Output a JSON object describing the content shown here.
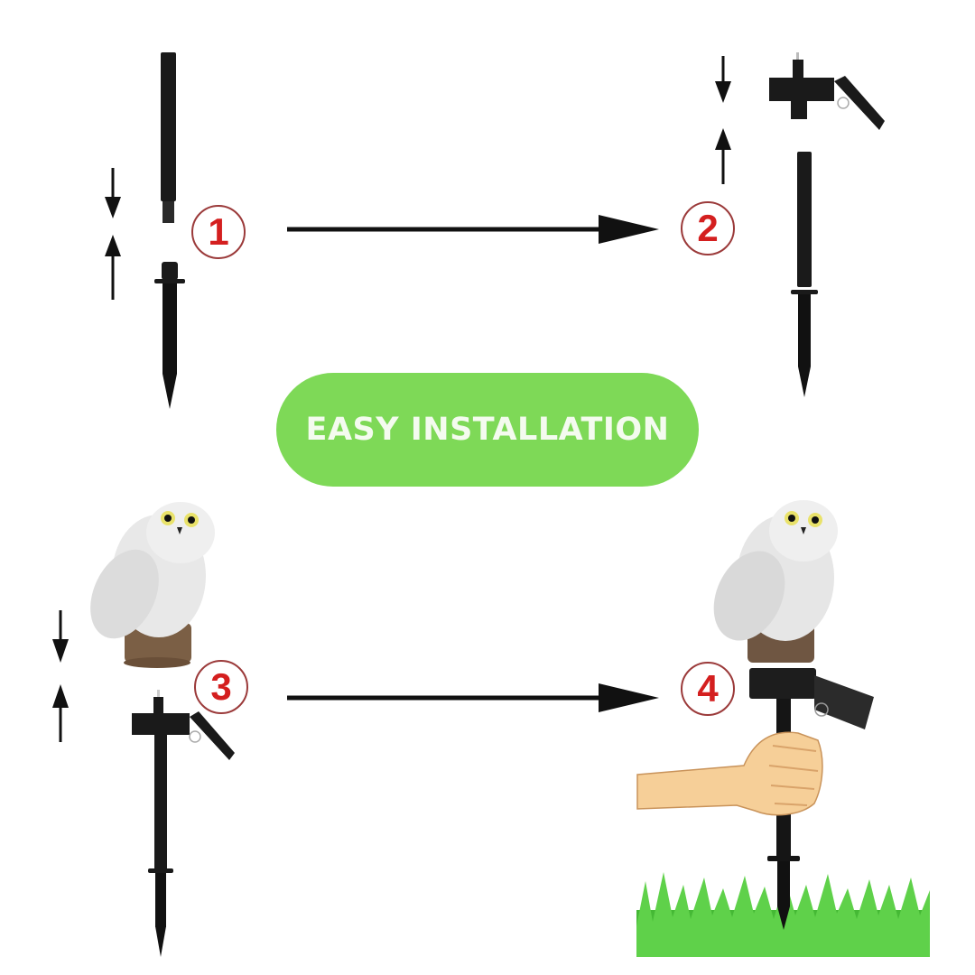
{
  "banner": {
    "label": "EASY INSTALLATION",
    "color": "#7ed957",
    "text_color": "#f4fbef"
  },
  "steps": [
    {
      "number": "1",
      "description": "Join upper tube to ground stake"
    },
    {
      "number": "2",
      "description": "Attach solar panel head to assembled stake"
    },
    {
      "number": "3",
      "description": "Mount owl figure onto solar head"
    },
    {
      "number": "4",
      "description": "Push assembled light into the ground"
    }
  ],
  "colors": {
    "badge_text": "#d41f1f",
    "badge_ring": "#9b3a3a",
    "stake": "#111111",
    "grass": "#4cc23a",
    "skin": "#f6cf98"
  }
}
